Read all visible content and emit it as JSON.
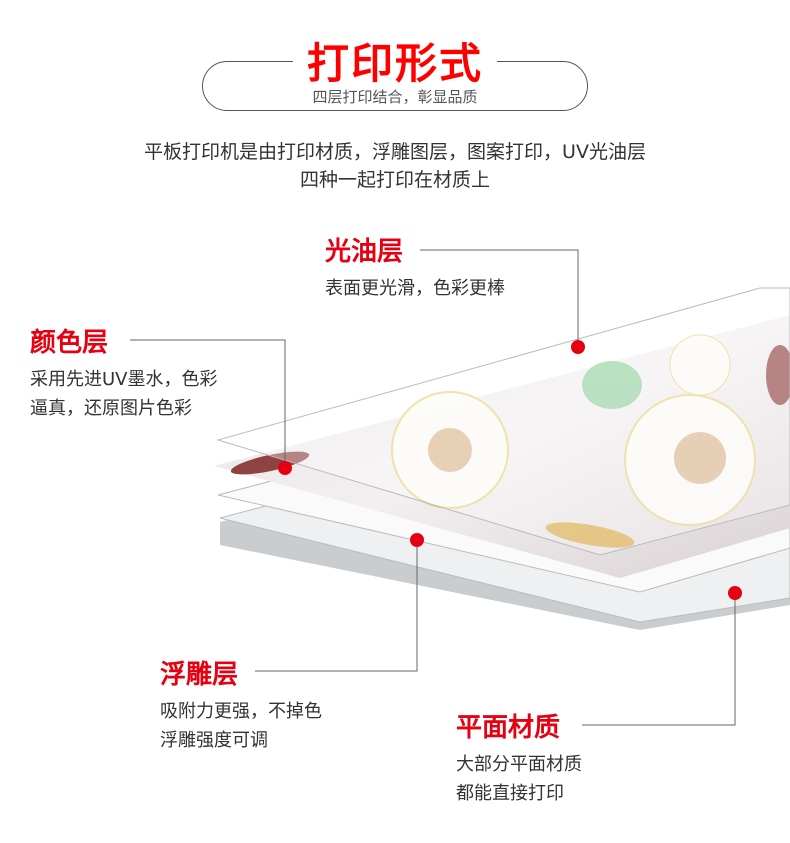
{
  "header": {
    "title": "打印形式",
    "subtitle": "四层打印结合，彰显品质"
  },
  "intro": {
    "line1": "平板打印机是由打印材质，浮雕图层，图案打印，UV光油层",
    "line2": "四种一起打印在材质上"
  },
  "layers": [
    {
      "name": "光油层",
      "desc": [
        "表面更光滑，色彩更棒"
      ]
    },
    {
      "name": "颜色层",
      "desc": [
        "采用先进UV墨水，色彩",
        "逼真，还原图片色彩"
      ]
    },
    {
      "name": "浮雕层",
      "desc": [
        "吸附力更强，不掉色",
        "浮雕强度可调"
      ]
    },
    {
      "name": "平面材质",
      "desc": [
        "大部分平面材质",
        "都能直接打印"
      ]
    }
  ],
  "colors": {
    "accent": "#e60012",
    "line": "#666666"
  }
}
